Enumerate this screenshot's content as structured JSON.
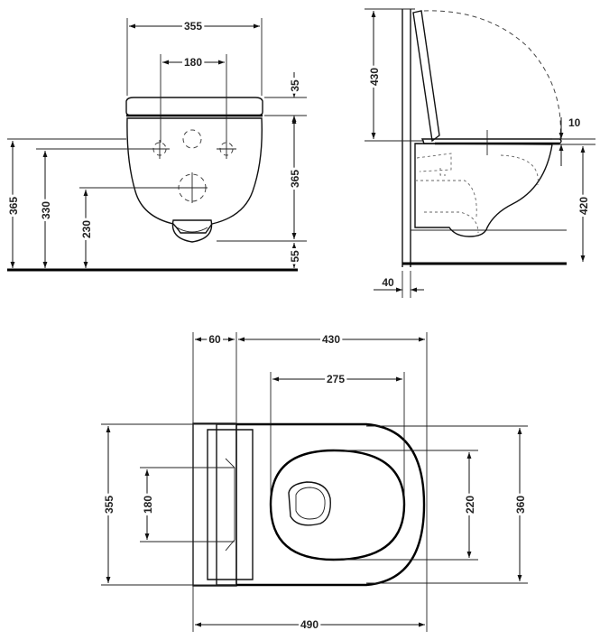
{
  "front_view": {
    "dims": {
      "width_top": "355",
      "bolt_spacing": "180",
      "seat_thickness": "35",
      "bowl_height": "365",
      "bottom_clearance": "55",
      "rim_height": "365",
      "upper_bolt_height": "330",
      "lower_bolt_height": "230"
    }
  },
  "side_view": {
    "dims": {
      "lid_height": "430",
      "seat_gap": "10",
      "rim_height": "420",
      "wall_offset": "40"
    }
  },
  "top_view": {
    "dims": {
      "frame_offset": "60",
      "bowl_length": "430",
      "seat_opening": "275",
      "overall_width": "355",
      "bolt_spacing": "180",
      "inner_width": "220",
      "bowl_width": "360",
      "overall_length": "490"
    }
  }
}
